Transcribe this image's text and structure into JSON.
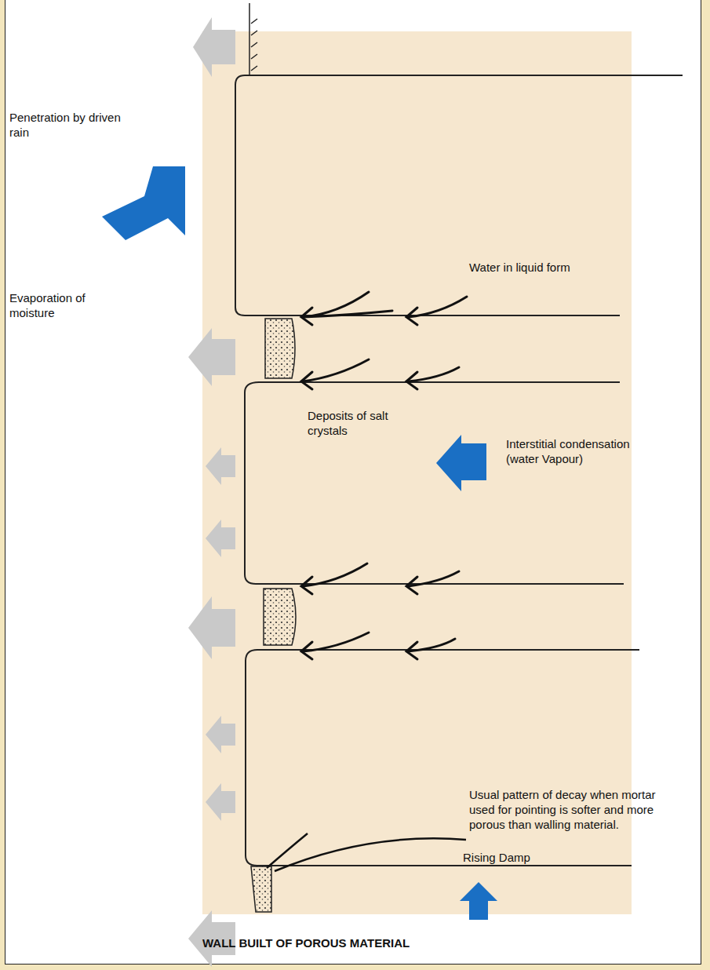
{
  "diagram": {
    "caption": "WALL BUILT OF POROUS MATERIAL",
    "labels": [
      "Penetration by driven rain",
      "Water in liquid form",
      "Evaporation of moisture",
      "Deposits of salt crystals",
      "Interstitial condensation (water Vapour)",
      "Usual pattern of decay when mortar used for pointing is softer and more porous than walling material.",
      "Rising Damp"
    ]
  }
}
